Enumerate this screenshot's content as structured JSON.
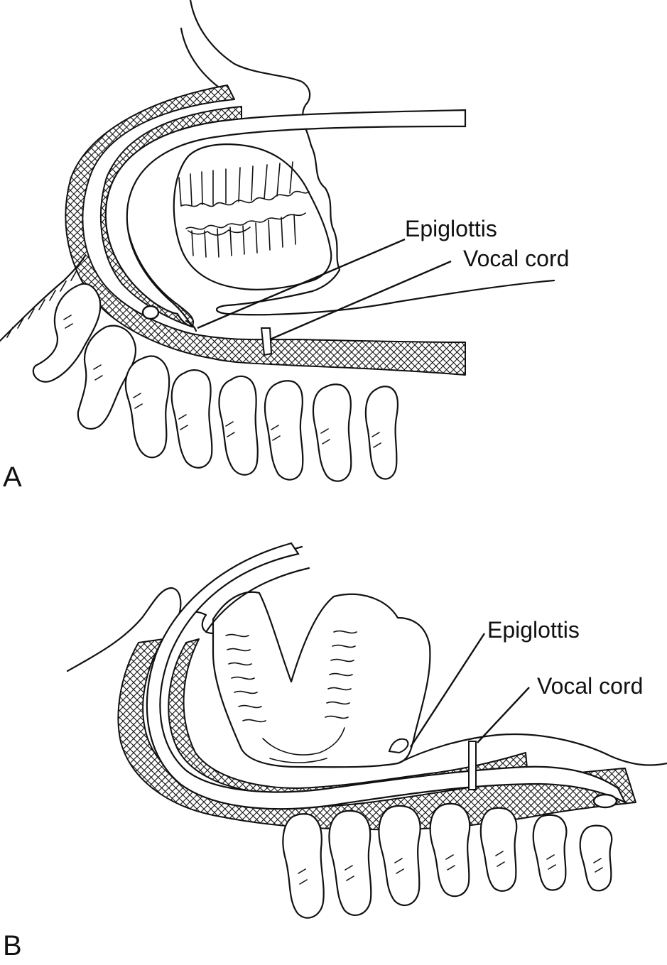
{
  "panels": [
    {
      "id": "A",
      "letter": "A",
      "labels": {
        "epiglottis": "Epiglottis",
        "vocal_cord": "Vocal cord"
      }
    },
    {
      "id": "B",
      "letter": "B",
      "labels": {
        "epiglottis": "Epiglottis",
        "vocal_cord": "Vocal cord"
      }
    }
  ],
  "colors": {
    "ink": "#111111",
    "background": "#ffffff"
  }
}
